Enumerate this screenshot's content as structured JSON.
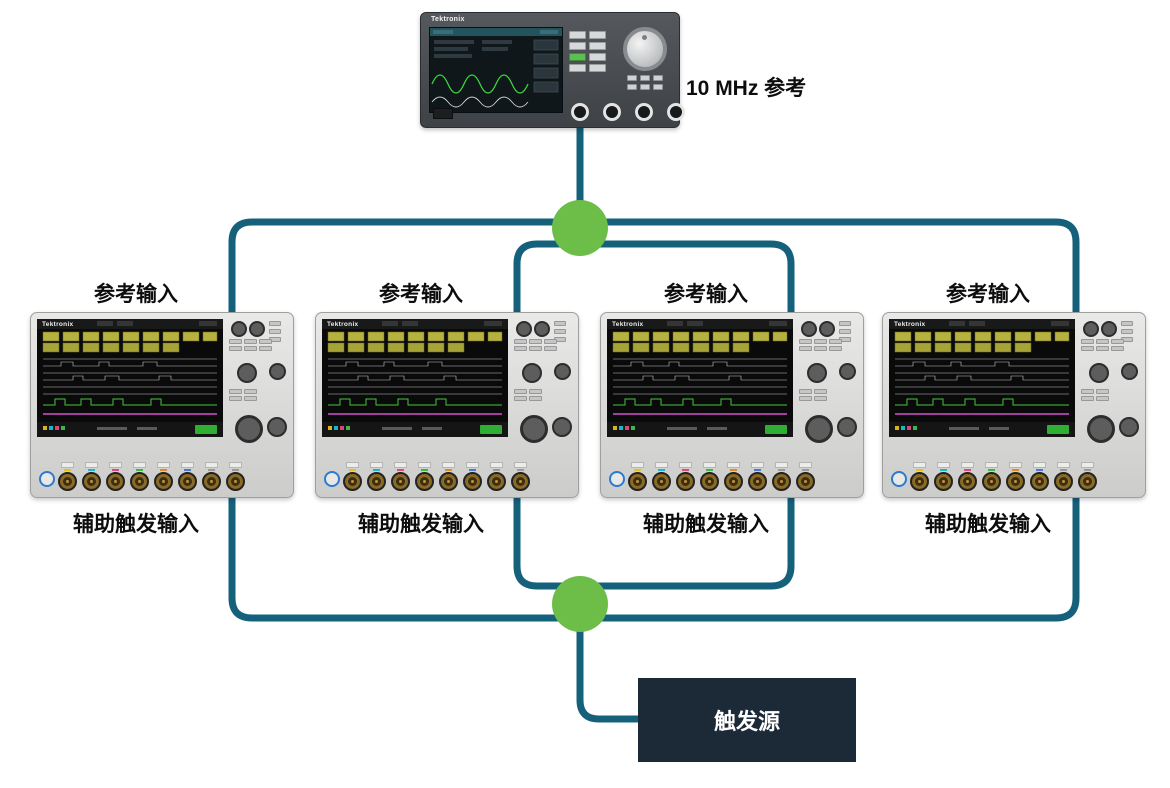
{
  "generator": {
    "brand": "Tektronix",
    "label": "10 MHz 参考"
  },
  "scopes": [
    {
      "brand": "Tektronix",
      "ref_label": "参考输入",
      "aux_label": "辅助触发输入"
    },
    {
      "brand": "Tektronix",
      "ref_label": "参考输入",
      "aux_label": "辅助触发输入"
    },
    {
      "brand": "Tektronix",
      "ref_label": "参考输入",
      "aux_label": "辅助触发输入"
    },
    {
      "brand": "Tektronix",
      "ref_label": "参考输入",
      "aux_label": "辅助触发输入"
    }
  ],
  "trigger_source": {
    "label": "触发源"
  },
  "colors": {
    "line": "#15607a",
    "node": "#6cbe49",
    "trigger_box": "#1c2a38",
    "label": "#0d0d0d"
  }
}
